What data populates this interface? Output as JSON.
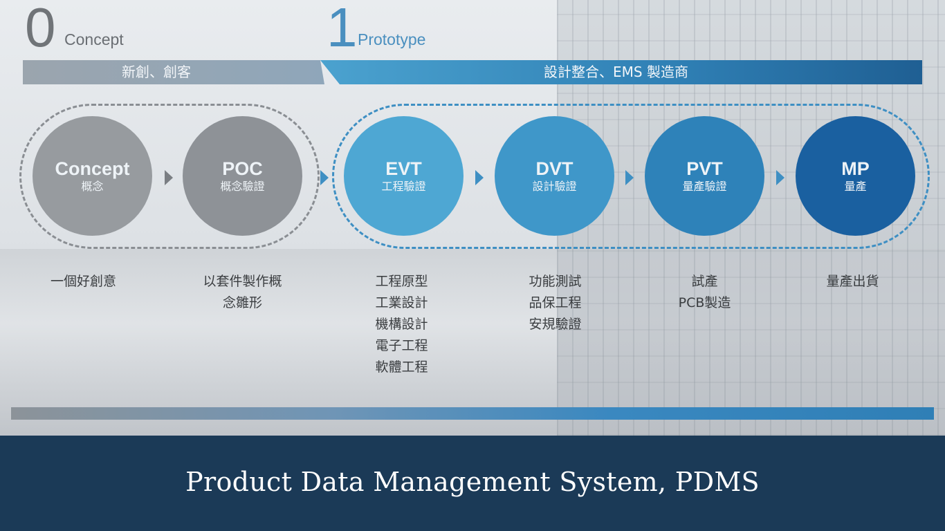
{
  "phases": [
    {
      "number": "0",
      "name": "Concept",
      "band_text": "新創、創客"
    },
    {
      "number": "1",
      "name": "Prototype",
      "band_text": "設計整合、EMS 製造商"
    }
  ],
  "stages": [
    {
      "title": "Concept",
      "subtitle": "概念",
      "details": [
        "一個好創意"
      ]
    },
    {
      "title": "POC",
      "subtitle": "概念驗證",
      "details": [
        "以套件製作概",
        "念雛形"
      ]
    },
    {
      "title": "EVT",
      "subtitle": "工程驗證",
      "details": [
        "工程原型",
        "工業設計",
        "機構設計",
        "電子工程",
        "軟體工程"
      ]
    },
    {
      "title": "DVT",
      "subtitle": "設計驗證",
      "details": [
        "功能測試",
        "品保工程",
        "安規驗證"
      ]
    },
    {
      "title": "PVT",
      "subtitle": "量產驗證",
      "details": [
        "試產",
        "PCB製造"
      ]
    },
    {
      "title": "MP",
      "subtitle": "量產",
      "details": [
        "量產出貨"
      ]
    }
  ],
  "footer": {
    "title": "Product Data Management System, PDMS"
  },
  "colors": {
    "gray_stage": "#979b9f",
    "evt": "#4ea7d3",
    "dvt": "#3f97c9",
    "pvt": "#2e82b9",
    "mp": "#1a60a0",
    "footer_bg": "#1b3a57"
  }
}
